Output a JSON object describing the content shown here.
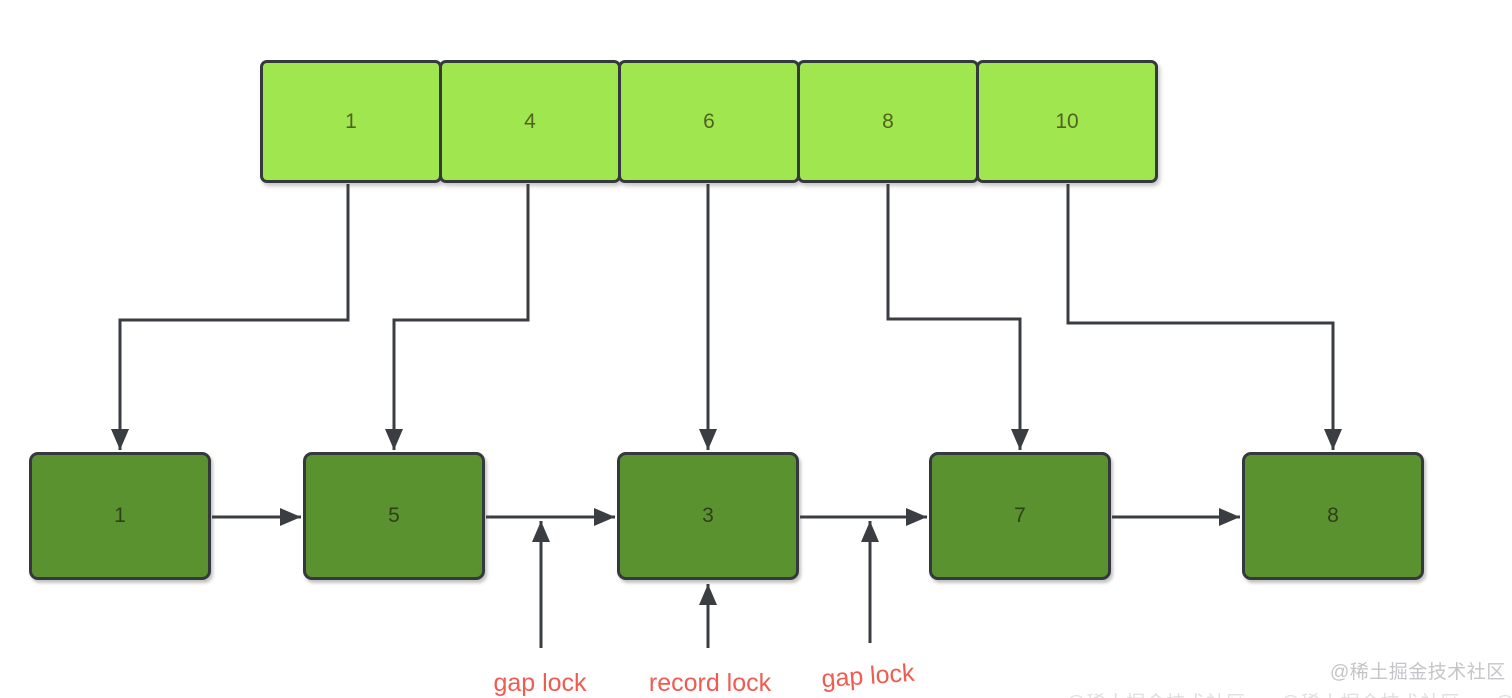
{
  "diagram": {
    "index_row": {
      "cells": [
        "1",
        "4",
        "6",
        "8",
        "10"
      ]
    },
    "record_nodes": {
      "cells": [
        "1",
        "5",
        "3",
        "7",
        "8"
      ]
    },
    "lock_labels": [
      {
        "text": "gap lock"
      },
      {
        "text": "record lock"
      },
      {
        "text": "gap lock"
      }
    ],
    "watermark": {
      "text": "@稀土掘金技术社区"
    },
    "colors": {
      "index_fill": "#a0e64f",
      "index_text": "#53621f",
      "node_fill": "#5a9230",
      "node_text": "#2e401b",
      "outline": "#35393e",
      "line": "#3a3e42",
      "lock_label": "#f15b50",
      "watermark": "#c5c5c9"
    }
  }
}
